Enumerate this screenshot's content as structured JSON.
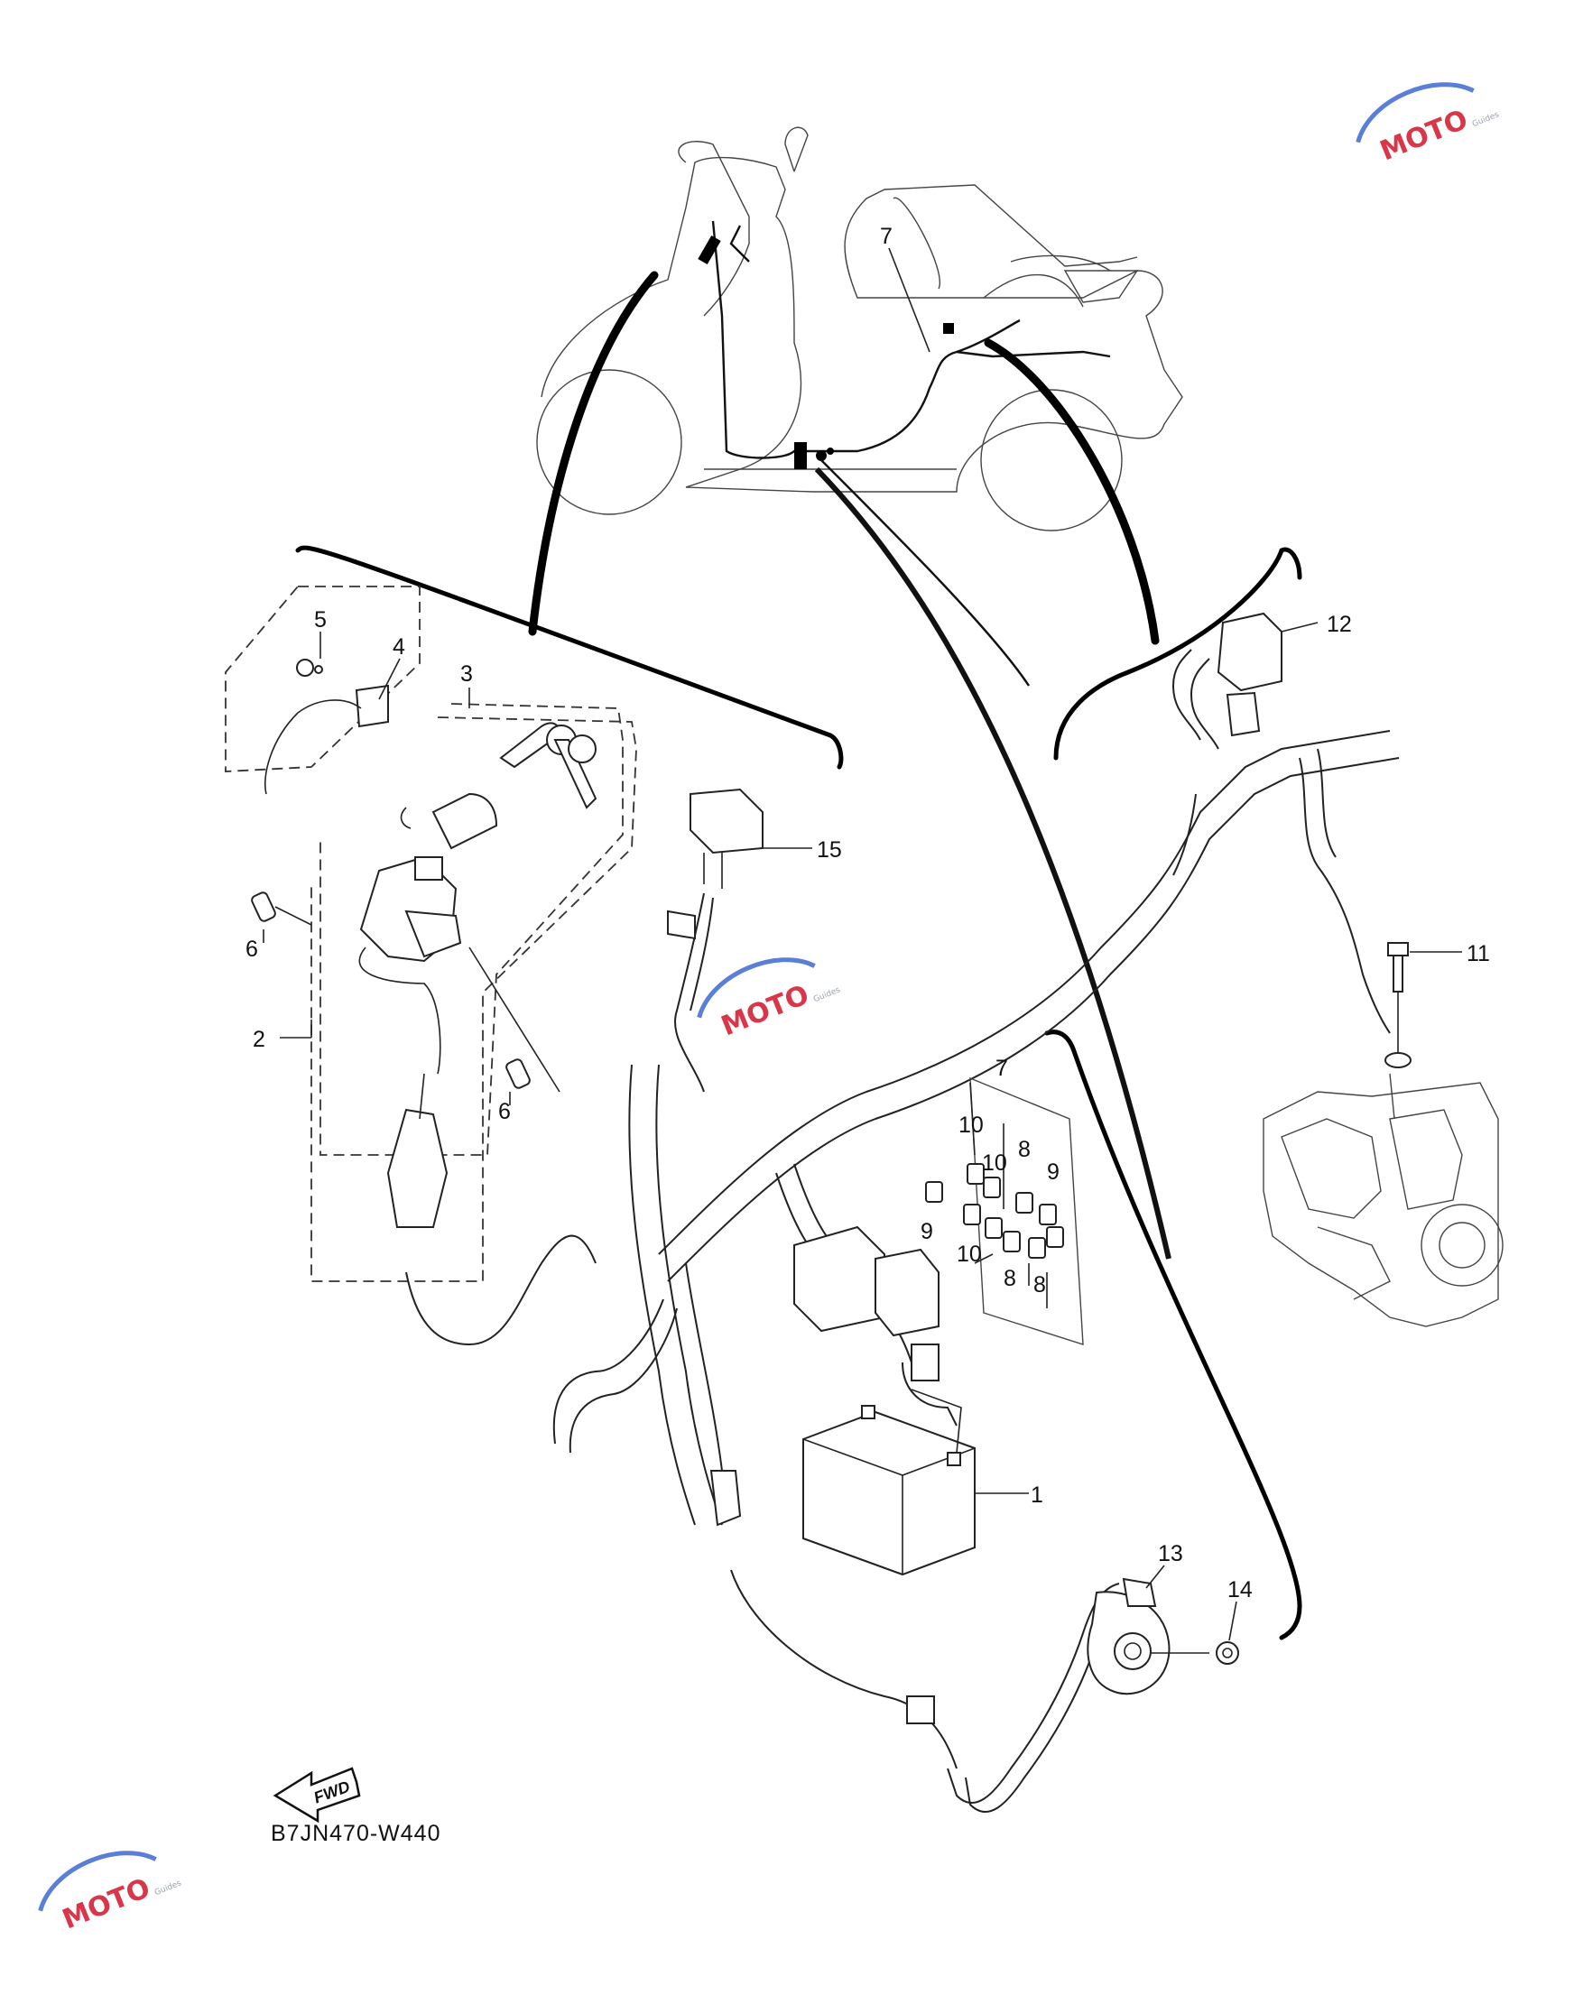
{
  "diagram": {
    "reference_code": "B7JN470-W440",
    "fwd_label": "FWD",
    "watermark_text": "MOTO",
    "watermark_sub": "Guides",
    "colors": {
      "ink": "#111111",
      "watermark_red": "#d9364a",
      "watermark_blue": "#5a7fd6",
      "watermark_grey": "#9aa3b2"
    },
    "callouts": [
      {
        "id": "c-7-top",
        "text": "7"
      },
      {
        "id": "c-5",
        "text": "5"
      },
      {
        "id": "c-4",
        "text": "4"
      },
      {
        "id": "c-3",
        "text": "3"
      },
      {
        "id": "c-12",
        "text": "12"
      },
      {
        "id": "c-15",
        "text": "15"
      },
      {
        "id": "c-6a",
        "text": "6"
      },
      {
        "id": "c-2",
        "text": "2"
      },
      {
        "id": "c-6b",
        "text": "6"
      },
      {
        "id": "c-11",
        "text": "11"
      },
      {
        "id": "c-7-fuse",
        "text": "7"
      },
      {
        "id": "c-10a",
        "text": "10"
      },
      {
        "id": "c-8a",
        "text": "8"
      },
      {
        "id": "c-10b",
        "text": "10"
      },
      {
        "id": "c-9a",
        "text": "9"
      },
      {
        "id": "c-9b",
        "text": "9"
      },
      {
        "id": "c-10c",
        "text": "10"
      },
      {
        "id": "c-8b",
        "text": "8"
      },
      {
        "id": "c-8c",
        "text": "8"
      },
      {
        "id": "c-1",
        "text": "1"
      },
      {
        "id": "c-13",
        "text": "13"
      },
      {
        "id": "c-14",
        "text": "14"
      }
    ]
  }
}
